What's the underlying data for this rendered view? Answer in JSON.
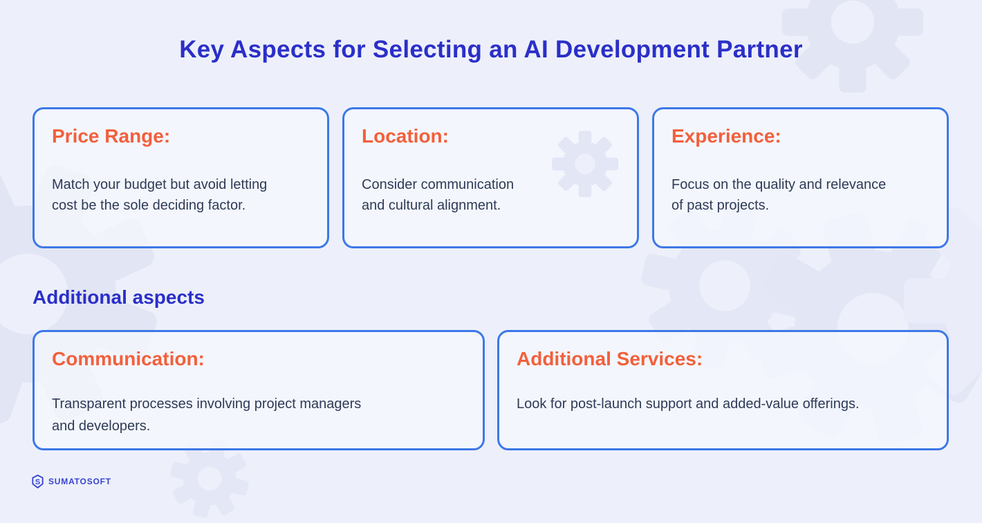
{
  "title": "Key Aspects for Selecting an AI Development Partner",
  "section_heading": "Additional aspects",
  "cards_top": [
    {
      "heading": "Price Range:",
      "body": "Match your budget but avoid letting\ncost be the sole deciding factor."
    },
    {
      "heading": "Location:",
      "body": "Consider communication\nand cultural alignment."
    },
    {
      "heading": "Experience:",
      "body": "Focus on the quality and relevance\nof past projects."
    }
  ],
  "cards_bottom": [
    {
      "heading": "Communication:",
      "body": "Transparent processes involving project managers\nand developers."
    },
    {
      "heading": "Additional Services:",
      "body": "Look for post-launch support and added-value offerings."
    }
  ],
  "footer": {
    "brand": "SUMATOSOFT",
    "logo_icon": "hexagon-s-logo"
  },
  "colors": {
    "background": "#edf0fa",
    "card_border": "#3c78e8",
    "card_fill": "#f3f5fc",
    "heading_accent": "#f2603c",
    "title_blue": "#2b2fc8",
    "body_text": "#2e3b56",
    "logo_blue": "#3743d0",
    "gear_shape": "#e2e5f4"
  }
}
